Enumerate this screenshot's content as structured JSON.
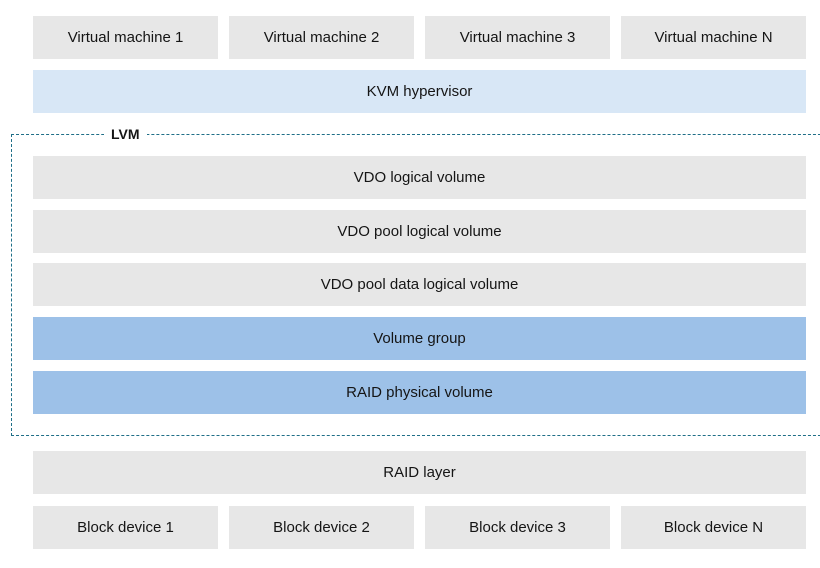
{
  "vm_row": [
    "Virtual machine 1",
    "Virtual machine 2",
    "Virtual machine 3",
    "Virtual machine N"
  ],
  "hypervisor": "KVM hypervisor",
  "lvm": {
    "label": "LVM",
    "layers": [
      "VDO logical volume",
      "VDO pool logical volume",
      "VDO pool data logical volume",
      "Volume group",
      "RAID physical volume"
    ]
  },
  "raid_layer": "RAID layer",
  "block_row": [
    "Block device 1",
    "Block device 2",
    "Block device 3",
    "Block device N"
  ],
  "colors": {
    "gray_box": "#e7e7e7",
    "hypervisor_box": "#d8e7f6",
    "lvm_group_box": "#9dc1e8",
    "lvm_border": "#1f6e87"
  }
}
